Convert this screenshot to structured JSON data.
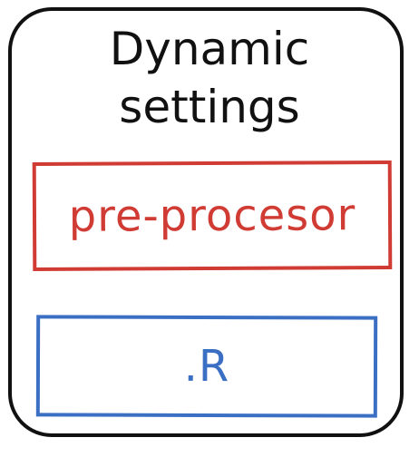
{
  "diagram": {
    "title_line1": "Dynamic",
    "title_line2": "settings",
    "box1": {
      "label": "pre-procesor",
      "color": "#d03b34"
    },
    "box2": {
      "label": ".R",
      "color": "#3a6fc4"
    },
    "outline_color": "#111111"
  }
}
